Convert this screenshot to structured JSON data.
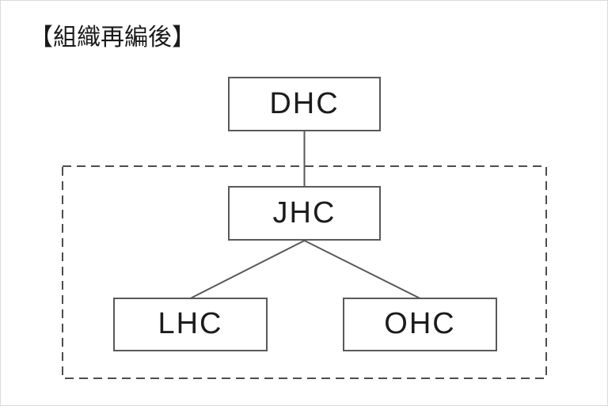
{
  "title": "【組織再編後】",
  "diagram": {
    "type": "org-chart",
    "nodes": [
      {
        "id": "dhc",
        "label": "DHC"
      },
      {
        "id": "jhc",
        "label": "JHC"
      },
      {
        "id": "lhc",
        "label": "LHC"
      },
      {
        "id": "ohc",
        "label": "OHC"
      }
    ],
    "edges": [
      {
        "from": "DHC",
        "to": "JHC"
      },
      {
        "from": "JHC",
        "to": "LHC"
      },
      {
        "from": "JHC",
        "to": "OHC"
      }
    ],
    "group": {
      "style": "dashed-rectangle",
      "contains": [
        "JHC",
        "LHC",
        "OHC"
      ]
    }
  },
  "colors": {
    "background": "#ffffff",
    "box_border": "#595959",
    "dashed_border": "#4d4d4d",
    "connector_line": "#595959",
    "text": "#1c1c1c",
    "page_border": "#d9d9d9"
  }
}
